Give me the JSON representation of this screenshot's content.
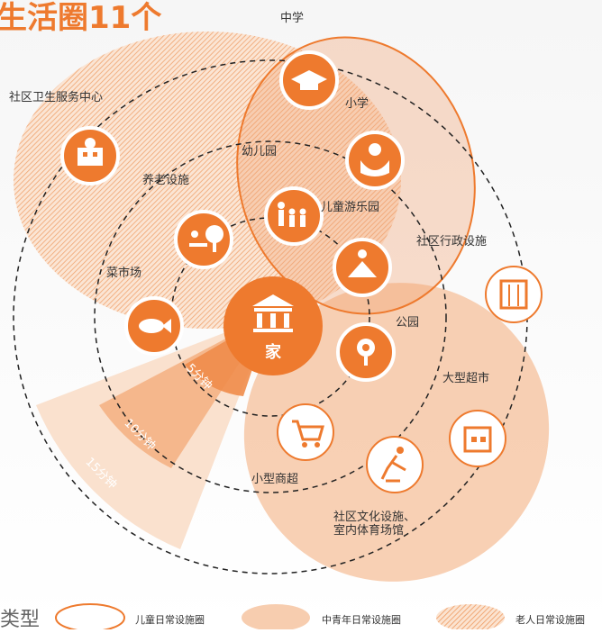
{
  "title": "生活圈11个",
  "center": {
    "icon": "home-building-icon",
    "label": "家"
  },
  "rings": [
    {
      "label": "5分钟",
      "radius_min": 5
    },
    {
      "label": "10分钟",
      "radius_min": 10
    },
    {
      "label": "15分钟",
      "radius_min": 15
    }
  ],
  "facilities": [
    {
      "id": "middle-school",
      "label": "中学",
      "icon": "graduation-cap-icon"
    },
    {
      "id": "primary-school",
      "label": "小学",
      "icon": "reading-student-icon"
    },
    {
      "id": "kindergarten",
      "label": "幼儿园",
      "icon": "children-group-icon"
    },
    {
      "id": "playground",
      "label": "儿童游乐园",
      "icon": "meditation-person-icon"
    },
    {
      "id": "health-center",
      "label": "社区卫生服务中心",
      "icon": "hospital-icon"
    },
    {
      "id": "elderly-care",
      "label": "养老设施",
      "icon": "elder-bench-tree-icon"
    },
    {
      "id": "market",
      "label": "菜市场",
      "icon": "fish-icon"
    },
    {
      "id": "admin",
      "label": "社区行政设施",
      "icon": "office-building-icon"
    },
    {
      "id": "park",
      "label": "公园",
      "icon": "flower-icon"
    },
    {
      "id": "supermarket",
      "label": "大型超市",
      "icon": "store-icon"
    },
    {
      "id": "small-market",
      "label": "小型商超",
      "icon": "shopping-cart-icon"
    },
    {
      "id": "culture",
      "label": "社区文化设施、室内体育场馆",
      "icon": "skating-icon"
    }
  ],
  "legend": {
    "type_label": "类型",
    "items": [
      {
        "label": "儿童日常设施圈",
        "style": "outline"
      },
      {
        "label": "中青年日常设施圈",
        "style": "filled"
      },
      {
        "label": "老人日常设施圈",
        "style": "hatched"
      }
    ]
  },
  "colors": {
    "accent": "#ee7a2e",
    "light": "#f6c7a5",
    "sector": "#f4a06a"
  }
}
